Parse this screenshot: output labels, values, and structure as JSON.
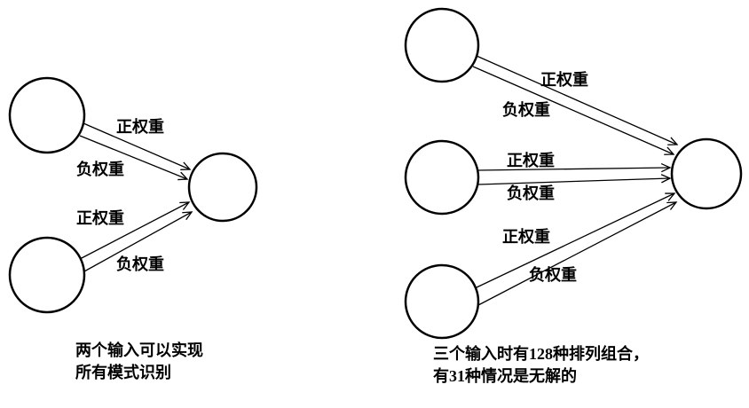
{
  "colors": {
    "stroke": "#000000",
    "background": "#ffffff"
  },
  "left_diagram": {
    "edges": [
      {
        "label": "正权重"
      },
      {
        "label": "负权重"
      },
      {
        "label": "正权重"
      },
      {
        "label": "负权重"
      }
    ],
    "caption": {
      "line1": "两个输入可以实现",
      "line2": "所有模式识别"
    }
  },
  "right_diagram": {
    "edges": [
      {
        "label": "正权重"
      },
      {
        "label": "负权重"
      },
      {
        "label": "正权重"
      },
      {
        "label": "负权重"
      },
      {
        "label": "正权重"
      },
      {
        "label": "负权重"
      }
    ],
    "caption": {
      "line1": "三个输入时有128种排列组合，",
      "line2": "有31种情况是无解的"
    }
  }
}
